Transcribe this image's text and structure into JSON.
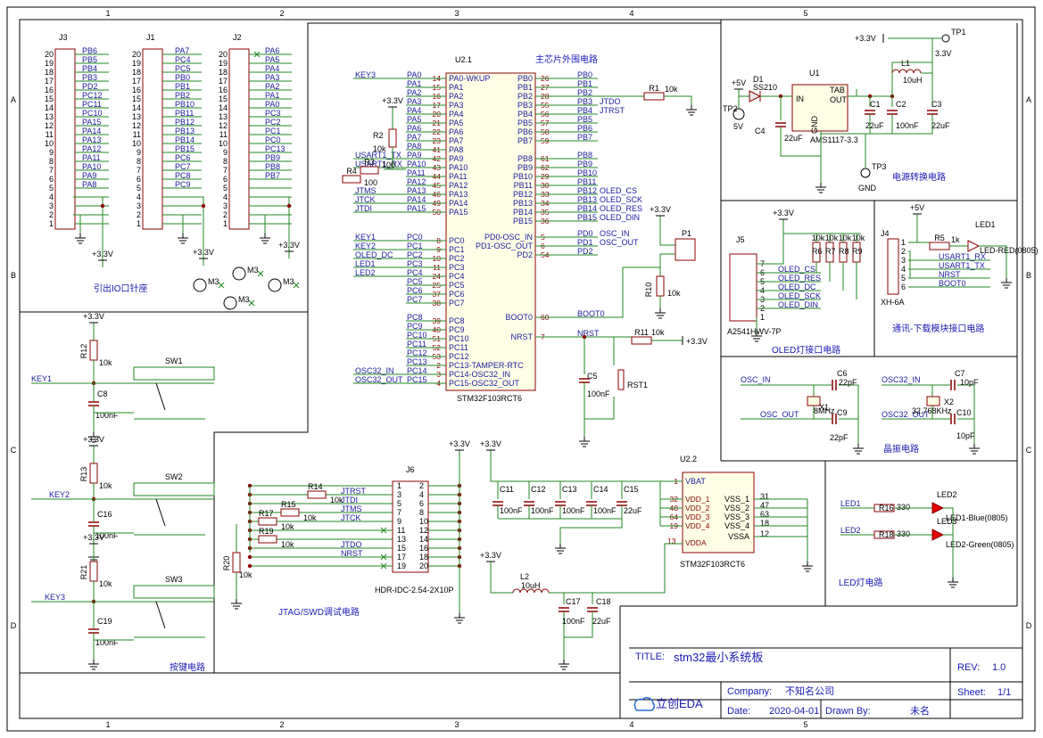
{
  "grid": {
    "cols": [
      "1",
      "2",
      "3",
      "4",
      "5"
    ],
    "rows": [
      "A",
      "B",
      "C",
      "D"
    ]
  },
  "headers": {
    "j3": {
      "ref": "J3",
      "nets": [
        "PB6",
        "PB5",
        "PB4",
        "PB3",
        "PD2",
        "PC12",
        "PC11",
        "PC10",
        "PA15",
        "PA14",
        "PA13",
        "PA12",
        "PA11",
        "PA10",
        "PA9",
        "PA8"
      ],
      "pins": [
        "20",
        "19",
        "18",
        "17",
        "16",
        "15",
        "14",
        "13",
        "12",
        "11",
        "10",
        "9",
        "8",
        "7",
        "6",
        "5",
        "4",
        "3",
        "2",
        "1"
      ]
    },
    "j1": {
      "ref": "J1",
      "nets": [
        "PA7",
        "PC4",
        "PC5",
        "PB0",
        "PB1",
        "PB2",
        "PB10",
        "PB11",
        "PB12",
        "PB13",
        "PB14",
        "PB15",
        "PC6",
        "PC7",
        "PC8",
        "PC9"
      ],
      "pins": [
        "20",
        "19",
        "18",
        "17",
        "16",
        "15",
        "14",
        "13",
        "12",
        "11",
        "10",
        "9",
        "8",
        "7",
        "6",
        "5",
        "4",
        "3",
        "2",
        "1"
      ]
    },
    "j2": {
      "ref": "J2",
      "nets": [
        "PA6",
        "PA5",
        "PA4",
        "PA3",
        "PA2",
        "PA1",
        "PA0",
        "PC3",
        "PC2",
        "PC1",
        "PC0",
        "PC13",
        "PB9",
        "PB8",
        "PB7"
      ],
      "pins": [
        "20",
        "19",
        "18",
        "17",
        "16",
        "15",
        "14",
        "13",
        "12",
        "11",
        "10",
        "9",
        "8",
        "7",
        "6",
        "5",
        "4",
        "3",
        "2",
        "1"
      ]
    },
    "vcc": "+3.3V",
    "caption": "引出IO口针座",
    "holes": [
      "M3",
      "M3",
      "M3",
      "M3",
      "M3",
      "M3"
    ]
  },
  "mcu": {
    "ref": "U2.1",
    "part": "STM32F103RCT6",
    "caption": "主芯片外围电路",
    "left": [
      [
        "PA0-WKUP",
        "14",
        "PA0",
        "KEY3"
      ],
      [
        "PA1",
        "15",
        "PA1",
        ""
      ],
      [
        "PA2",
        "16",
        "PA2",
        ""
      ],
      [
        "PA3",
        "17",
        "PA3",
        ""
      ],
      [
        "PA4",
        "20",
        "PA4",
        ""
      ],
      [
        "PA5",
        "21",
        "PA5",
        ""
      ],
      [
        "PA6",
        "22",
        "PA6",
        ""
      ],
      [
        "PA7",
        "23",
        "PA7",
        ""
      ],
      [
        "PA8",
        "41",
        "PA8",
        ""
      ],
      [
        "PA9",
        "42",
        "PA9",
        "USART1_TX"
      ],
      [
        "PA10",
        "43",
        "PA10",
        "USART1_RX"
      ],
      [
        "PA11",
        "44",
        "PA11",
        ""
      ],
      [
        "PA12",
        "45",
        "PA12",
        ""
      ],
      [
        "PA13",
        "46",
        "PA13",
        "JTMS"
      ],
      [
        "PA14",
        "49",
        "PA14",
        "JTCK"
      ],
      [
        "PA15",
        "50",
        "PA15",
        "JTDI"
      ],
      [
        "PC0",
        "8",
        "PC0",
        "KEY1"
      ],
      [
        "PC1",
        "9",
        "PC1",
        "KEY2"
      ],
      [
        "PC2",
        "10",
        "PC2",
        "OLED_DC"
      ],
      [
        "PC3",
        "11",
        "PC3",
        "LED1"
      ],
      [
        "PC4",
        "24",
        "PC4",
        "LED2"
      ],
      [
        "PC5",
        "25",
        "PC5",
        ""
      ],
      [
        "PC6",
        "37",
        "PC6",
        ""
      ],
      [
        "PC7",
        "38",
        "PC7",
        ""
      ],
      [
        "PC8",
        "39",
        "PC8",
        ""
      ],
      [
        "PC9",
        "40",
        "PC9",
        ""
      ],
      [
        "PC10",
        "51",
        "PC10",
        ""
      ],
      [
        "PC11",
        "52",
        "PC11",
        ""
      ],
      [
        "PC12",
        "53",
        "PC12",
        ""
      ],
      [
        "PC13-TAMPER-RTC",
        "2",
        "PC13",
        ""
      ],
      [
        "PC14-OSC32_IN",
        "3",
        "PC14",
        "OSC32_IN"
      ],
      [
        "PC15-OSC32_OUT",
        "4",
        "PC15",
        "OSC32_OUT"
      ]
    ],
    "right": [
      [
        "PB0",
        "26",
        "PB0",
        ""
      ],
      [
        "PB1",
        "27",
        "PB1",
        ""
      ],
      [
        "PB2",
        "28",
        "PB2",
        ""
      ],
      [
        "PB3",
        "55",
        "PB3",
        "JTDO"
      ],
      [
        "PB4",
        "56",
        "PB4",
        "JTRST"
      ],
      [
        "PB5",
        "57",
        "PB5",
        ""
      ],
      [
        "PB6",
        "58",
        "PB6",
        ""
      ],
      [
        "PB7",
        "59",
        "PB7",
        ""
      ],
      [
        "PB8",
        "61",
        "PB8",
        ""
      ],
      [
        "PB9",
        "62",
        "PB9",
        ""
      ],
      [
        "PB10",
        "29",
        "PB10",
        ""
      ],
      [
        "PB11",
        "30",
        "PB11",
        ""
      ],
      [
        "PB12",
        "33",
        "PB12",
        "OLED_CS"
      ],
      [
        "PB13",
        "34",
        "PB13",
        "OLED_SCK"
      ],
      [
        "PB14",
        "35",
        "PB14",
        "OLED_RES"
      ],
      [
        "PB15",
        "36",
        "PB15",
        "OLED_DIN"
      ],
      [
        "PD0-OSC_IN",
        "5",
        "PD0",
        "OSC_IN"
      ],
      [
        "PD1-OSC_OUT",
        "6",
        "PD1",
        "OSC_OUT"
      ],
      [
        "PD2",
        "54",
        "PD2",
        ""
      ],
      [
        "BOOT0",
        "60",
        "BOOT0",
        ""
      ],
      [
        "NRST",
        "7",
        "NRST",
        ""
      ]
    ],
    "r1": "R1",
    "r1v": "10k",
    "r2": "R2",
    "r2v": "10k",
    "r3": "R3",
    "r3v": "100",
    "r4": "R4",
    "r4v": "100",
    "r10": "R10",
    "r10v": "10k",
    "r11": "R11",
    "r11v": "10k",
    "p1": "P1",
    "c5": "C5",
    "c5v": "100nF",
    "rst": "RST1",
    "vcc": "+3.3V"
  },
  "power": {
    "caption": "电源转换电路",
    "u1": "U1",
    "u1p": "AMS1117-3.3",
    "in": "IN",
    "out": "OUT",
    "tab": "TAB",
    "gnd": "GND",
    "d1": "D1",
    "d1p": "SS210",
    "v5": "+5V",
    "tp2": "TP2",
    "tp2v": "5V",
    "tp1": "TP1",
    "tp1v": "3.3V",
    "tp3": "TP3",
    "tp3v": "GND",
    "c4": "C4",
    "c4v": "22uF",
    "c1": "C1",
    "c1v": "22uF",
    "c2": "C2",
    "c2v": "100nF",
    "c3": "C3",
    "c3v": "22uF",
    "l1": "L1",
    "l1v": "10uH",
    "vcc": "+3.3V"
  },
  "oled": {
    "caption": "OLED灯接口电路",
    "j5": "J5",
    "j5p": "A2541HWV-7P",
    "nets": [
      "OLED_CS",
      "OLED_RES",
      "OLED_DC",
      "OLED_SCK",
      "OLED_DIN"
    ],
    "rs": [
      "R6",
      "R7",
      "R8",
      "R9"
    ],
    "rv": "10k",
    "vcc": "+3.3V"
  },
  "comm": {
    "caption": "通讯-下载模块接口电路",
    "j4": "J4",
    "j4p": "XH-6A",
    "nets": [
      "USART1_RX",
      "USART1_TX",
      "NRST",
      "BOOT0"
    ],
    "r5": "R5",
    "r5v": "1k",
    "led": "LED1",
    "ledp": "LED-RED(0805)",
    "v5": "+5V"
  },
  "osc": {
    "caption": "晶振电路",
    "x1": "X1",
    "x1v": "8MHz",
    "x2": "X2",
    "x2v": "32.768KHz",
    "c6": "C6",
    "c6v": "22pF",
    "c9": "C9",
    "c9v": "22pF",
    "c7": "C7",
    "c7v": "10pF",
    "c10": "C10",
    "c10v": "10pF",
    "n1": "OSC_IN",
    "n2": "OSC_OUT",
    "n3": "OSC32_IN",
    "n4": "OSC32_OUT"
  },
  "keys": {
    "caption": "按键电路",
    "vcc": "+3.3V",
    "sw": [
      {
        "r": "R12",
        "n": "KEY1",
        "s": "SW1",
        "c": "C8"
      },
      {
        "r": "R13",
        "n": "KEY2",
        "s": "SW2",
        "c": "C16"
      },
      {
        "r": "R21",
        "n": "KEY3",
        "s": "SW3",
        "c": "C19"
      }
    ],
    "rv": "10k",
    "cv": "100nF"
  },
  "jtag": {
    "caption": "JTAG/SWD调试电路",
    "ref": "J6",
    "part": "HDR-IDC-2.54-2X10P",
    "vcc": "+3.3V",
    "rows": [
      [
        "R14",
        "JTRST"
      ],
      [
        "",
        "JTDI"
      ],
      [
        "R15",
        "JTMS"
      ],
      [
        "R17",
        "JTCK"
      ],
      [
        "",
        ""
      ],
      [
        "R19",
        ""
      ],
      [
        "",
        "JTDO"
      ],
      [
        "",
        "NRST"
      ]
    ],
    "rv": "10k",
    "r20": "R20",
    "r20v": "10k",
    "lp": [
      "1",
      "3",
      "5",
      "7",
      "9",
      "11",
      "13",
      "15",
      "17",
      "19"
    ],
    "rp": [
      "2",
      "4",
      "6",
      "8",
      "10",
      "12",
      "14",
      "16",
      "18",
      "20"
    ]
  },
  "decap": {
    "ref": "U2.2",
    "part": "STM32F103RCT6",
    "vcc": "+3.3V",
    "pins": [
      [
        "VBAT",
        "1"
      ],
      [
        "VDD_1",
        "32"
      ],
      [
        "VDD_2",
        "48"
      ],
      [
        "VDD_3",
        "64"
      ],
      [
        "VDD_4",
        "19"
      ]
    ],
    "vss": [
      [
        "VSS_1",
        "31"
      ],
      [
        "VSS_2",
        "47"
      ],
      [
        "VSS_3",
        "63"
      ],
      [
        "VSS_4",
        "18"
      ],
      [
        "VSSA",
        "12"
      ]
    ],
    "vdda": [
      "VDDA",
      "13"
    ],
    "caps": [
      [
        "C11",
        "100nF"
      ],
      [
        "C12",
        "100nF"
      ],
      [
        "C13",
        "100nF"
      ],
      [
        "C14",
        "100nF"
      ],
      [
        "C15",
        "22uF"
      ]
    ],
    "l2": "L2",
    "l2v": "10uH",
    "c17": "C17",
    "c17v": "100nF",
    "c18": "C18",
    "c18v": "22uF"
  },
  "leds": {
    "caption": "LED灯电路",
    "rows": [
      [
        "LED1",
        "R16",
        "330",
        "LED2",
        "LED1-Blue(0805)"
      ],
      [
        "LED2",
        "R18",
        "330",
        "LED3",
        "LED2-Green(0805)"
      ]
    ]
  },
  "title": {
    "title_l": "TITLE:",
    "title": "stm32最小系统板",
    "rev_l": "REV:",
    "rev": "1.0",
    "company_l": "Company:",
    "company": "不知名公司",
    "sheet_l": "Sheet:",
    "sheet": "1/1",
    "date_l": "Date:",
    "date": "2020-04-01",
    "drawn_l": "Drawn By:",
    "drawn": "未名",
    "logo": "立创EDA"
  }
}
